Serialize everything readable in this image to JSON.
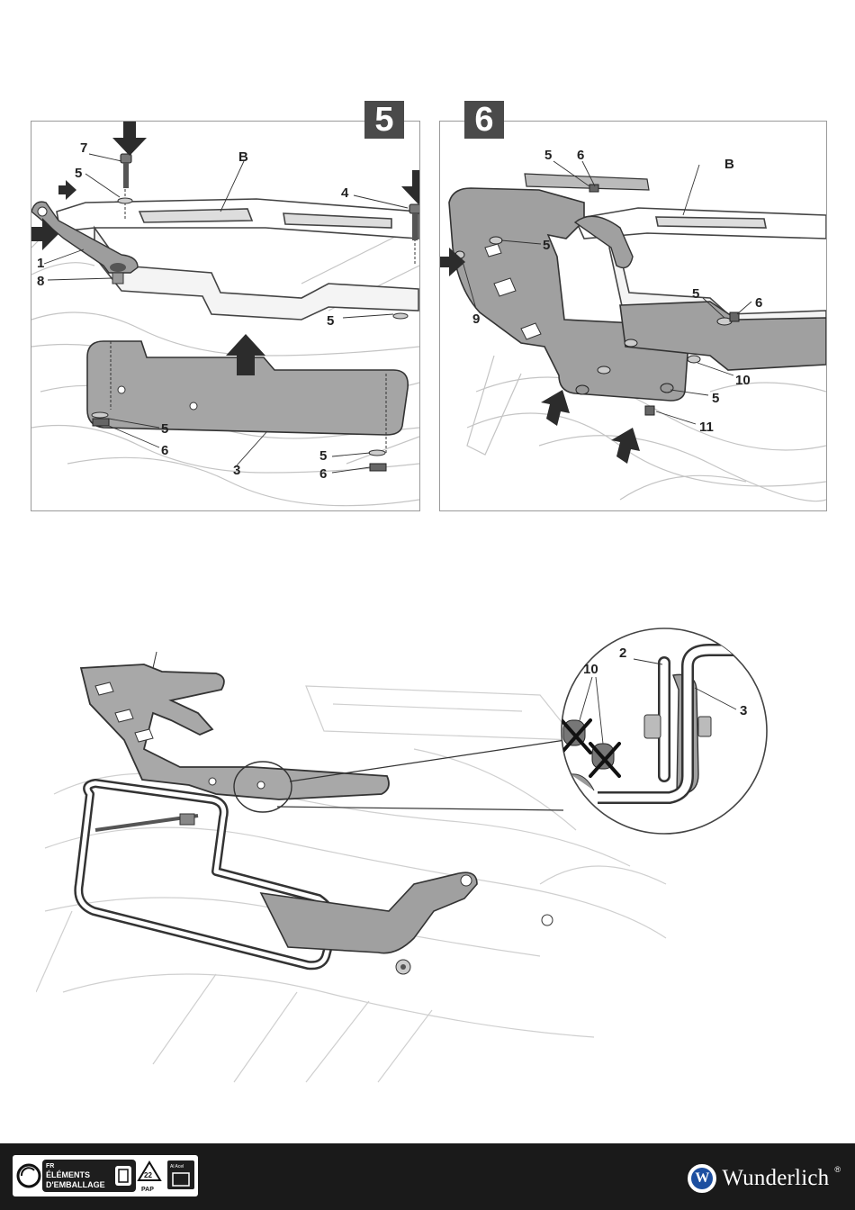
{
  "step5": {
    "badge": "5",
    "callouts": {
      "c7": "7",
      "c5a": "5",
      "c1": "1",
      "c8": "8",
      "cB": "B",
      "c4": "4",
      "c5b": "5",
      "c5c": "5",
      "c6a": "6",
      "c3": "3",
      "c5d": "5",
      "c6b": "6"
    }
  },
  "step6": {
    "badge": "6",
    "callouts": {
      "c5a": "5",
      "c6a": "6",
      "cB": "B",
      "c5b": "5",
      "c9": "9",
      "c5c": "5",
      "c6b": "6",
      "c10": "10",
      "c5d": "5",
      "c11": "11"
    }
  },
  "detail": {
    "callouts": {
      "c10": "10",
      "c2": "2",
      "c3": "3"
    }
  },
  "footer": {
    "pack_country": "FR",
    "pack_line1": "ÉLÉMENTS",
    "pack_line2": "D'EMBALLAGE",
    "pack_code": "22",
    "pack_material": "PAP",
    "pack_bin": "Al Acel",
    "brand_mark": "W",
    "brand_name": "Wunderlich",
    "brand_reg": "®"
  }
}
